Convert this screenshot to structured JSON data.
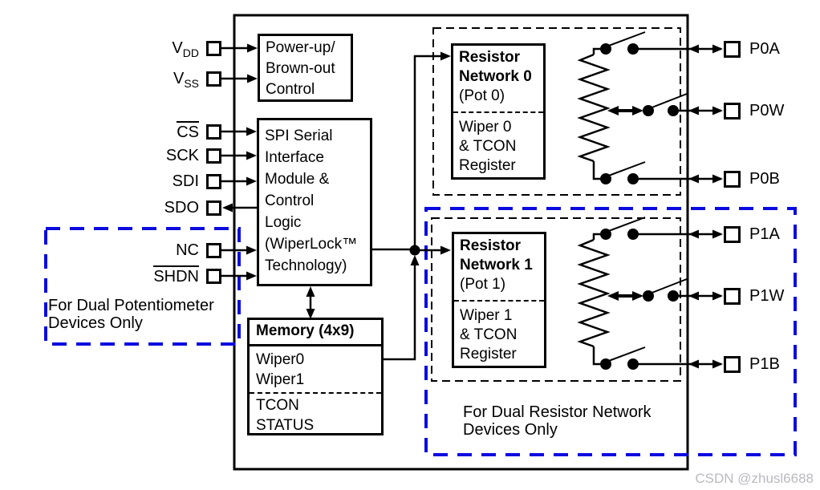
{
  "diagram": {
    "blocks": {
      "power": {
        "lines": [
          "Power-up/",
          "Brown-out",
          "Control"
        ]
      },
      "spi": {
        "lines": [
          "SPI Serial",
          "Interface",
          "Module &",
          "Control",
          "Logic",
          "(WiperLock™",
          "Technology)"
        ]
      },
      "memory": {
        "title": "Memory (4x9)",
        "wiper_rows": [
          "Wiper0",
          "Wiper1"
        ],
        "status_rows": [
          "TCON",
          "STATUS"
        ]
      },
      "rn0": {
        "title_lines": [
          "Resistor",
          "Network 0"
        ],
        "subtitle": "(Pot 0)",
        "register_lines": [
          "Wiper 0",
          "& TCON",
          "Register"
        ]
      },
      "rn1": {
        "title_lines": [
          "Resistor",
          "Network 1"
        ],
        "subtitle": "(Pot 1)",
        "register_lines": [
          "Wiper 1",
          "& TCON",
          "Register"
        ]
      }
    },
    "notes": {
      "dual_pot": {
        "lines": [
          "For Dual Potentiometer",
          "Devices Only"
        ]
      },
      "dual_rn": {
        "lines": [
          "For Dual Resistor Network",
          "Devices Only"
        ]
      }
    },
    "pins_left": [
      {
        "base": "V",
        "sub": "DD"
      },
      {
        "base": "V",
        "sub": "SS"
      },
      {
        "base": "CS",
        "overline": true
      },
      {
        "base": "SCK"
      },
      {
        "base": "SDI"
      },
      {
        "base": "SDO"
      },
      {
        "base": "NC"
      },
      {
        "base": "SHDN",
        "overline": true
      }
    ],
    "pins_right": [
      "P0A",
      "P0W",
      "P0B",
      "P1A",
      "P1W",
      "P1B"
    ],
    "colors": {
      "line_black": "#000000",
      "annotation_blue": "#0b0be0",
      "watermark_gray": "#b9b9c2"
    },
    "watermark": "CSDN @zhusl6688"
  }
}
